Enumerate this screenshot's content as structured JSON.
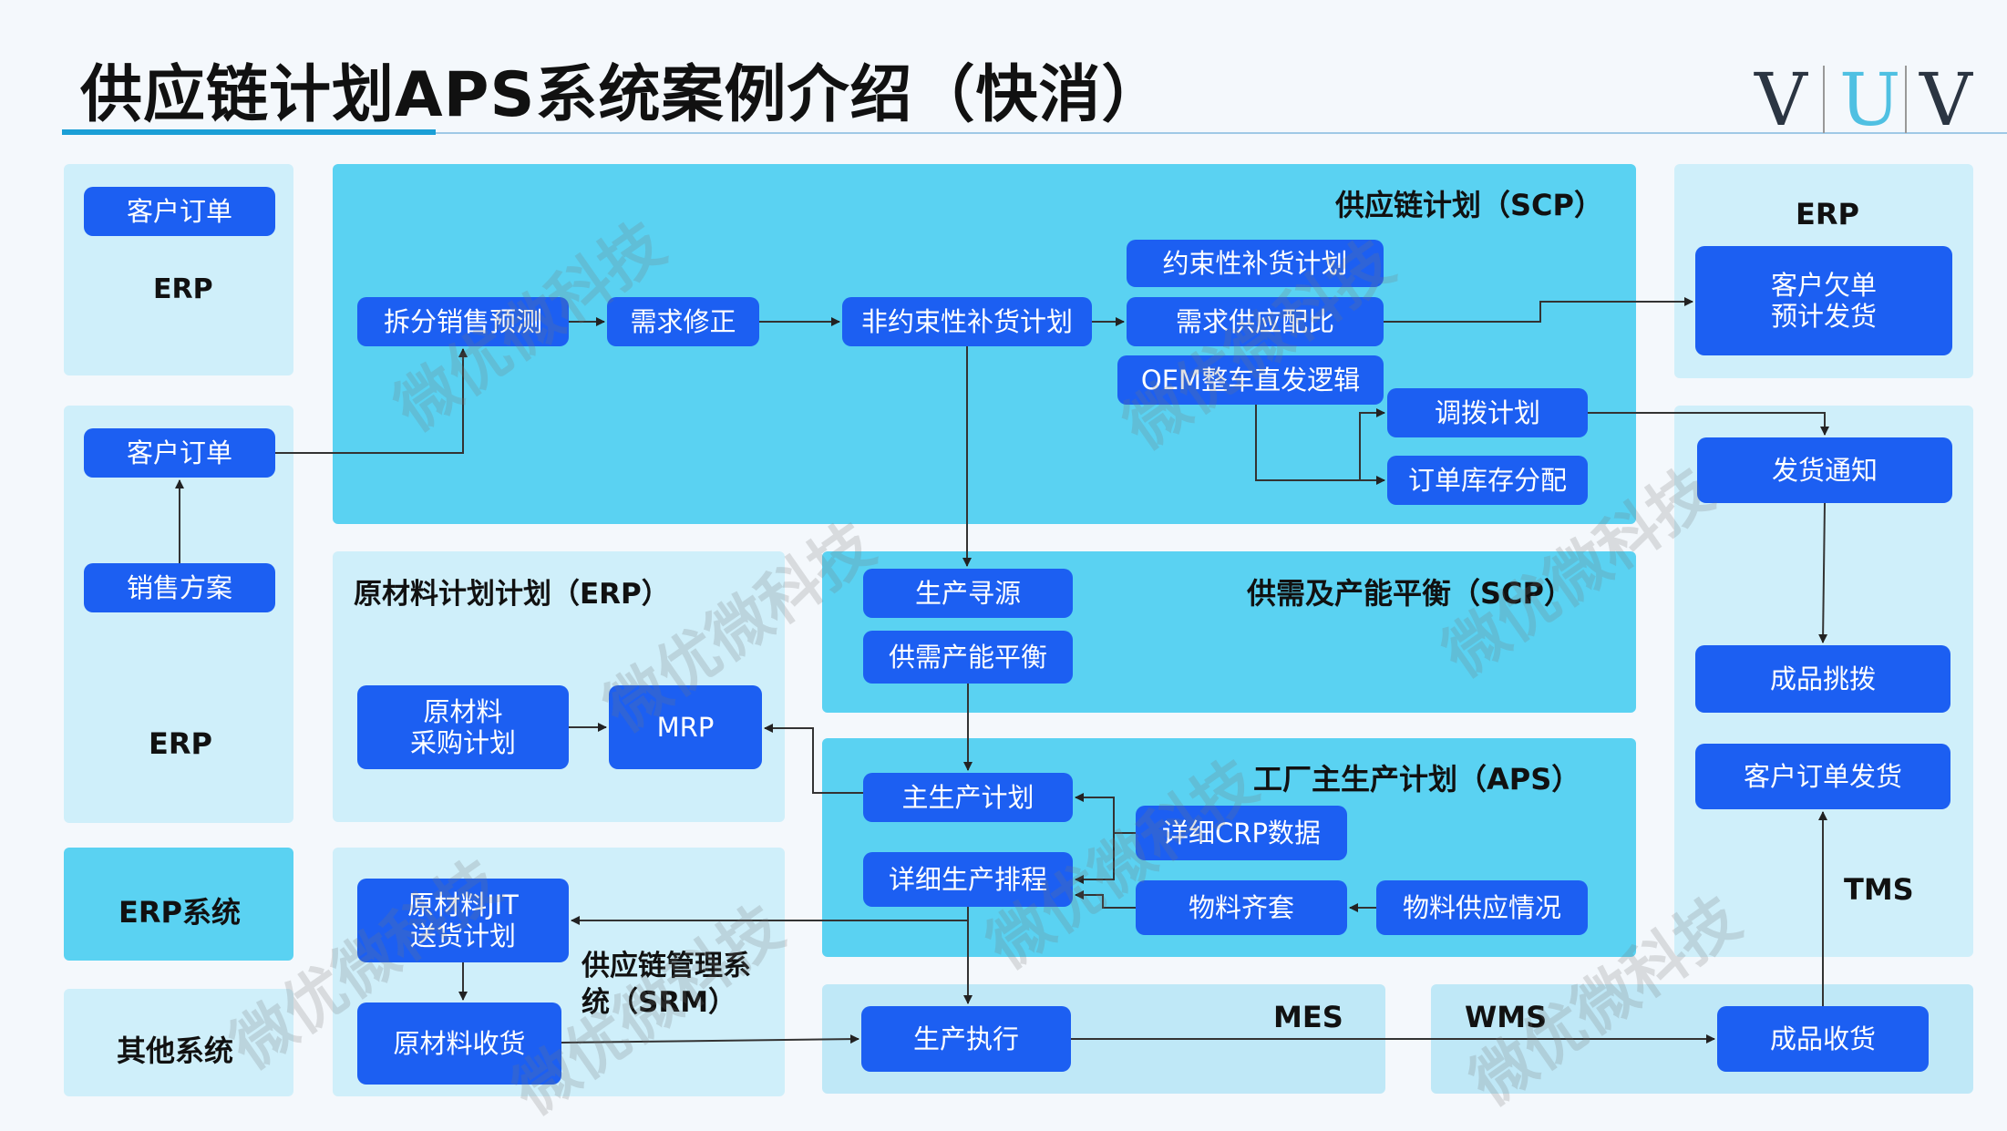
{
  "title": "供应链计划APS系统案例介绍（快消）",
  "logo": {
    "l1": "V",
    "l2": "U",
    "l3": "V"
  },
  "watermark": "微优微科技",
  "labels": {
    "erp_left_top": "ERP",
    "erp_left_mid": "ERP",
    "erp_system": "ERP系统",
    "other_system": "其他系统",
    "scp_title": "供应链计划（SCP）",
    "erp_right": "ERP",
    "raw_title": "原材料计划计划（ERP）",
    "supply_title": "供需及产能平衡（SCP）",
    "aps_title": "工厂主生产计划（APS）",
    "srm_title": "供应链管理系\n统（SRM）",
    "mes": "MES",
    "wms": "WMS",
    "tms": "TMS"
  },
  "boxes": {
    "cust_order_1": "客户订单",
    "cust_order_2": "客户订单",
    "sales_plan": "销售方案",
    "split_forecast": "拆分销售预测",
    "demand_fix": "需求修正",
    "unconstrained": "非约束性补货计划",
    "constrained": "约束性补货计划",
    "supply_ratio": "需求供应配比",
    "oem_logic": "OEM整车直发逻辑",
    "transfer_plan": "调拨计划",
    "order_stock": "订单库存分配",
    "backorder": "客户欠单\n预计发货",
    "ship_notice": "发货通知",
    "fg_pick": "成品挑拨",
    "cust_ship": "客户订单发货",
    "fg_receive": "成品收货",
    "prod_source": "生产寻源",
    "capacity_bal": "供需产能平衡",
    "raw_purchase": "原材料\n采购计划",
    "mrp": "MRP",
    "mps": "主生产计划",
    "detail_sched": "详细生产排程",
    "crp": "详细CRP数据",
    "kit": "物料齐套",
    "mat_supply": "物料供应情况",
    "jit": "原材料JIT\n送货计划",
    "raw_receive": "原材料收货",
    "prod_exec": "生产执行"
  }
}
